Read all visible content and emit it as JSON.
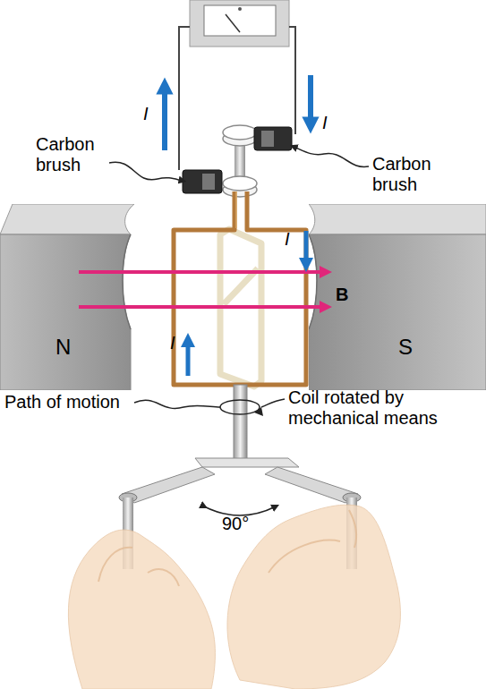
{
  "diagram": {
    "nodes": [
      {
        "text": [
          "N"
        ]
      },
      {
        "text": [
          "S"
        ]
      }
    ],
    "labels": [
      "I",
      "I",
      "Carbon brush",
      "Carbon brush",
      "I",
      "B",
      "I",
      "Path of motion",
      "Coil rotated by mechanical means",
      "90°"
    ]
  }
}
